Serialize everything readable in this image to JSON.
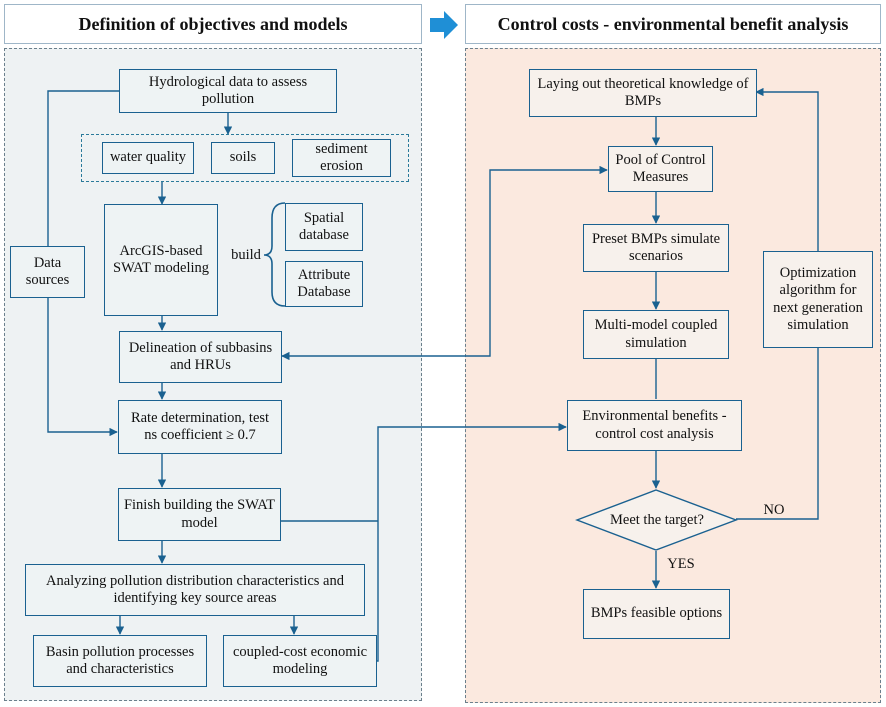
{
  "headers": {
    "left": "Definition of objectives and models",
    "right": "Control costs - environmental benefit analysis"
  },
  "left": {
    "hydro": "Hydrological data to assess pollution",
    "water_quality": "water quality",
    "soils": "soils",
    "sediment": "sediment erosion",
    "arcgis": "ArcGIS-based SWAT modeling",
    "build": "build",
    "spatial": "Spatial database",
    "attribute": "Attribute Database",
    "data_sources": "Data sources",
    "delineation": "Delineation of subbasins and HRUs",
    "rate": "Rate determination, test ns coefficient ≥ 0.7",
    "finish": "Finish building the SWAT model",
    "analyzing": "Analyzing pollution distribution characteristics and identifying key source areas",
    "basin": "Basin pollution processes and characteristics",
    "coupled_cost": "coupled-cost economic modeling"
  },
  "right": {
    "laying": "Laying out theoretical knowledge of BMPs",
    "pool": "Pool of Control Measures",
    "preset": "Preset BMPs simulate scenarios",
    "multi": "Multi-model coupled simulation",
    "env": "Environmental benefits - control cost analysis",
    "meet": "Meet the target?",
    "yes": "YES",
    "no": "NO",
    "feasible": "BMPs feasible options",
    "optimization": "Optimization algorithm for next generation simulation"
  },
  "colors": {
    "line": "#1a6190",
    "arrow": "#1f8fd6",
    "left_panel": "#eef2f3",
    "right_panel": "#fbe9df"
  }
}
